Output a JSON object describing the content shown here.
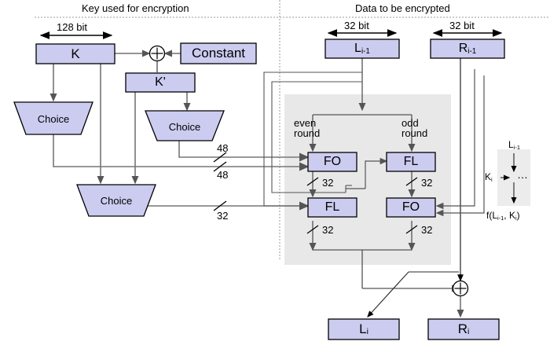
{
  "diagram": {
    "title_left": "Key used for encryption",
    "title_right": "Data to be encrypted",
    "colors": {
      "box_fill": "#ccccf0",
      "box_stroke": "#000000",
      "shade_fill": "#e8e8e8",
      "wire": "#5a5a5a",
      "wire_dark": "#000000",
      "divider": "#808080"
    }
  },
  "key_side": {
    "width_label": "128 bit",
    "k_box": "K",
    "constant_box": "Constant",
    "kprime_box": "K'",
    "choice_left": "Choice",
    "choice_right": "Choice",
    "choice_bottom": "Choice",
    "bus_labels": {
      "fo_even_top": "48",
      "fo_even_bottom": "48",
      "fl_even": "32"
    }
  },
  "data_side": {
    "left_width_label": "32 bit",
    "right_width_label": "32 bit",
    "l_in_base": "L",
    "l_in_sub": "i-1",
    "r_in_base": "R",
    "r_in_sub": "i-1",
    "l_out_base": "L",
    "l_out_sub": "i",
    "r_out_base": "R",
    "r_out_sub": "i",
    "even_round_line1": "even",
    "even_round_line2": "round",
    "odd_round_line1": "odd",
    "odd_round_line2": "round",
    "blocks": {
      "fo_even": "FO",
      "fl_odd": "FL",
      "fl_even": "FL",
      "fo_odd": "FO"
    },
    "widths": {
      "fo_even_out": "32",
      "fl_odd_out": "32",
      "fl_even_out": "32",
      "fo_odd_out": "32"
    },
    "xor_symbol": "⊕"
  },
  "legend": {
    "input_base": "L",
    "input_sub": "i-1",
    "key_base": "K",
    "key_sub": "i",
    "body": "…",
    "output": "f(L",
    "output_sub": "i-1",
    "output_tail": ", K",
    "output_sub2": "i",
    "output_close": ")"
  }
}
